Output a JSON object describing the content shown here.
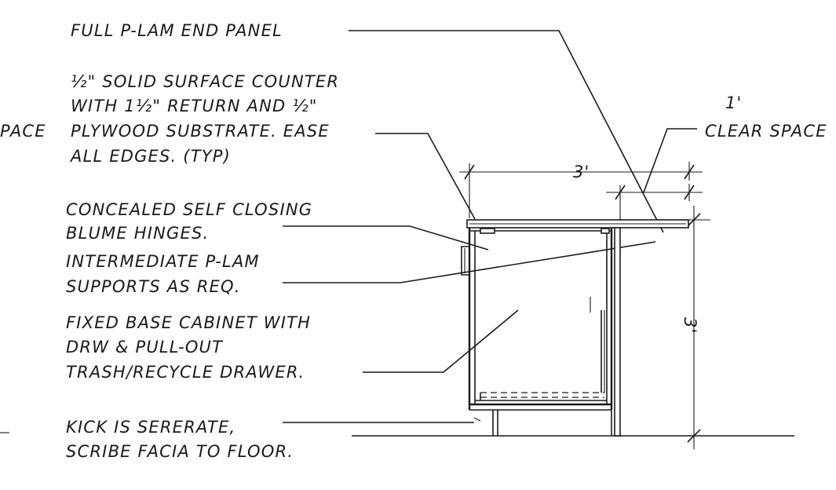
{
  "notes": {
    "end_panel": "FULL P-LAM END PANEL",
    "counter": [
      "½\" SOLID SURFACE COUNTER",
      "WITH 1½\" RETURN AND ½\"",
      "PLYWOOD SUBSTRATE. EASE",
      "ALL EDGES. (TYP)"
    ],
    "hinges": [
      "CONCEALED SELF CLOSING",
      "BLUME HINGES."
    ],
    "supports": [
      "INTERMEDIATE P-LAM",
      "SUPPORTS AS REQ."
    ],
    "cabinet": [
      "FIXED BASE CABINET WITH",
      "DRW & PULL-OUT",
      "TRASH/RECYCLE DRAWER."
    ],
    "kick": [
      "KICK IS SERERATE,",
      "SCRIBE FACIA TO FLOOR."
    ],
    "left_cut": "PACE",
    "clear_space": "CLEAR SPACE"
  },
  "dimensions": {
    "width": "3'",
    "clearance": "1'",
    "height": "3'"
  }
}
